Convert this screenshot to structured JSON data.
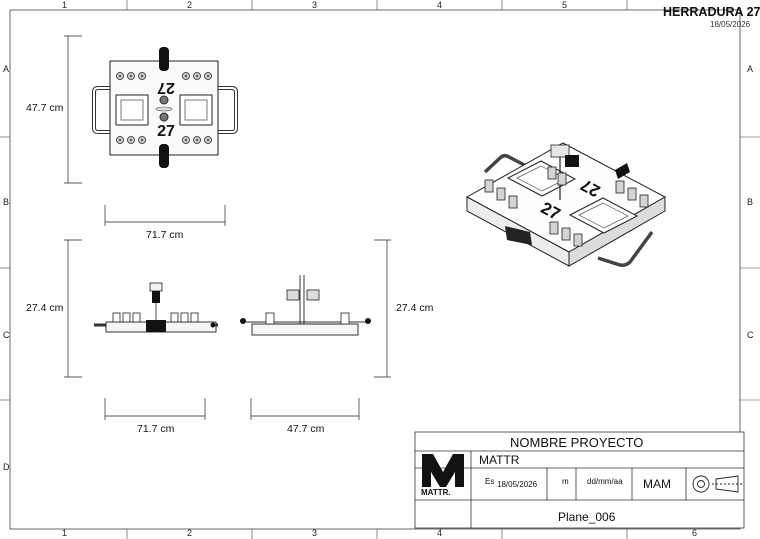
{
  "header": {
    "title": "HERRADURA 27",
    "date": "18/05/2026"
  },
  "zones": {
    "columns": [
      "1",
      "2",
      "3",
      "4",
      "5",
      "6"
    ],
    "rows": [
      "A",
      "B",
      "C",
      "D"
    ]
  },
  "top_view": {
    "width_label": "71.7 cm",
    "depth_label": "47.7 cm",
    "number_label": "27"
  },
  "front_view": {
    "width_label": "71.7 cm",
    "height_label": "27.4 cm"
  },
  "side_view": {
    "width_label": "47.7 cm",
    "height_label": "27.4 cm"
  },
  "iso_view": {
    "number_label": "27"
  },
  "title_block": {
    "project_name": "NOMBRE PROYECTO",
    "company": "MATTR",
    "logo_text": "MATTR.",
    "scale_prefix": "Es",
    "date": "18/05/2026",
    "units": "m",
    "date_format": "dd/mm/aa",
    "author": "MAM",
    "plane_id": "Plane_006"
  },
  "colors": {
    "line": "#222222",
    "dark": "#111111",
    "light_fill": "#f4f4f4",
    "metal": "#9a9a9a"
  }
}
